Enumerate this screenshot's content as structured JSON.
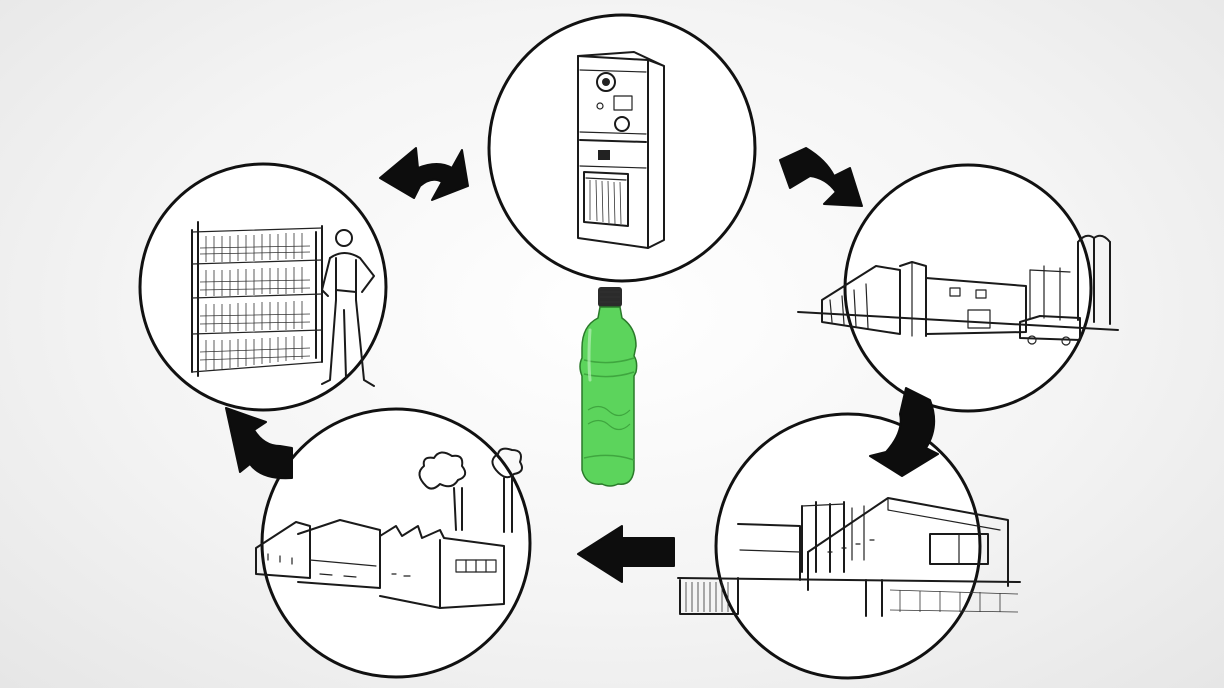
{
  "diagram": {
    "type": "recycling-cycle",
    "center": {
      "name": "plastic-bottle",
      "bottle_color": "#5cd45c",
      "cap_color": "#2b2b2b"
    },
    "stages": [
      {
        "id": "reverse-vending-machine",
        "icon": "reverse-vending-machine-icon"
      },
      {
        "id": "recycling-plant",
        "icon": "recycling-plant-icon"
      },
      {
        "id": "processing-factory",
        "icon": "processing-factory-icon"
      },
      {
        "id": "bottle-factory",
        "icon": "bottle-factory-icon"
      },
      {
        "id": "store-shelf",
        "icon": "store-shelf-icon"
      }
    ],
    "arrow_color": "#0d0d0d",
    "outline_color": "#111111"
  }
}
